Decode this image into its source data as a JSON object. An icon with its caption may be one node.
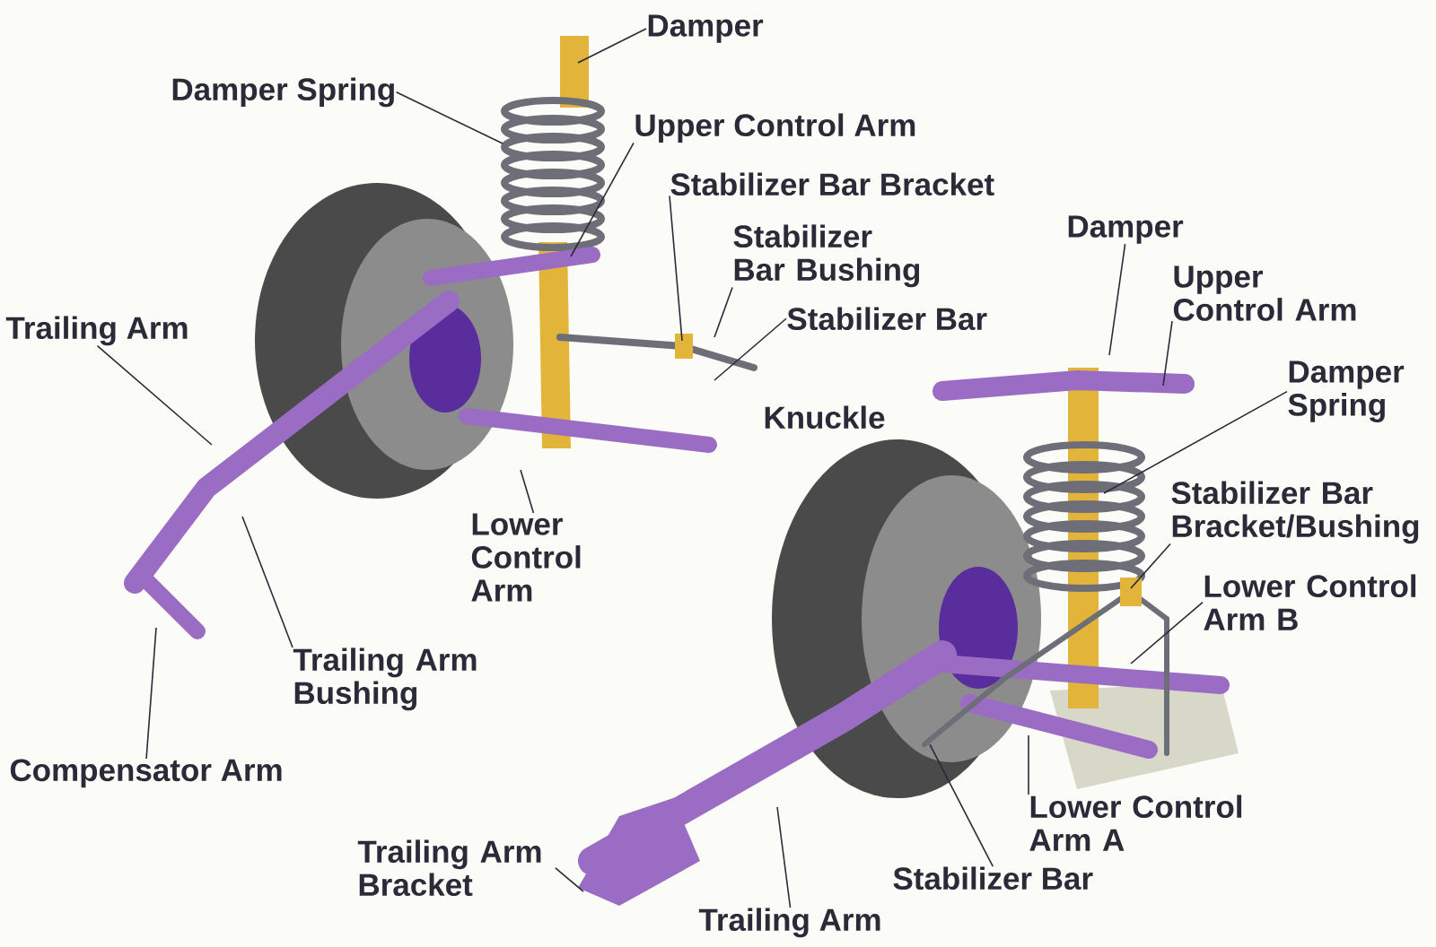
{
  "diagram": {
    "nodes": [
      {
        "text": [
          "Damper"
        ]
      },
      {
        "text": [
          "Damper Spring"
        ]
      },
      {
        "text": [
          "Upper Control Arm"
        ]
      },
      {
        "text": [
          "Stabilizer Bar Bracket"
        ]
      },
      {
        "text": [
          "Stabilizer Bar Bushing"
        ]
      },
      {
        "text": [
          "Stabilizer Bar"
        ]
      },
      {
        "text": [
          "Trailing Arm"
        ]
      },
      {
        "text": [
          "Lower Control Arm"
        ]
      },
      {
        "text": [
          "Trailing Arm Bushing"
        ]
      },
      {
        "text": [
          "Compensator Arm"
        ]
      },
      {
        "text": [
          "Damper"
        ]
      },
      {
        "text": [
          "Upper Control Arm"
        ]
      },
      {
        "text": [
          "Damper Spring"
        ]
      },
      {
        "text": [
          "Stabilizer Bar Bracket/Bushing"
        ]
      },
      {
        "text": [
          "Lower Control Arm B"
        ]
      },
      {
        "text": [
          "Lower Control Arm A"
        ]
      },
      {
        "text": [
          "Stabilizer Bar"
        ]
      },
      {
        "text": [
          "Trailing Arm"
        ]
      },
      {
        "text": [
          "Trailing Arm Bracket"
        ]
      }
    ],
    "edges": [
      {
        "from": 0,
        "to": null,
        "arrow": "none"
      },
      {
        "from": 1,
        "to": null,
        "arrow": "none"
      },
      {
        "from": 2,
        "to": null,
        "arrow": "none"
      },
      {
        "from": 3,
        "to": null,
        "arrow": "none"
      },
      {
        "from": 4,
        "to": null,
        "arrow": "none"
      },
      {
        "from": 5,
        "to": null,
        "arrow": "none"
      },
      {
        "from": 6,
        "to": null,
        "arrow": "none"
      },
      {
        "from": 7,
        "to": null,
        "arrow": "none"
      },
      {
        "from": 8,
        "to": null,
        "arrow": "none"
      },
      {
        "from": 9,
        "to": null,
        "arrow": "none"
      },
      {
        "from": 10,
        "to": null,
        "arrow": "none"
      },
      {
        "from": 11,
        "to": null,
        "arrow": "none"
      },
      {
        "from": 12,
        "to": null,
        "arrow": "none"
      },
      {
        "from": 13,
        "to": null,
        "arrow": "none"
      },
      {
        "from": 14,
        "to": null,
        "arrow": "none"
      },
      {
        "from": 15,
        "to": null,
        "arrow": "none"
      },
      {
        "from": 16,
        "to": null,
        "arrow": "none"
      },
      {
        "from": 17,
        "to": null,
        "arrow": "none"
      },
      {
        "from": 18,
        "to": null,
        "arrow": "none"
      }
    ],
    "labels": [
      "Knuckle"
    ]
  }
}
